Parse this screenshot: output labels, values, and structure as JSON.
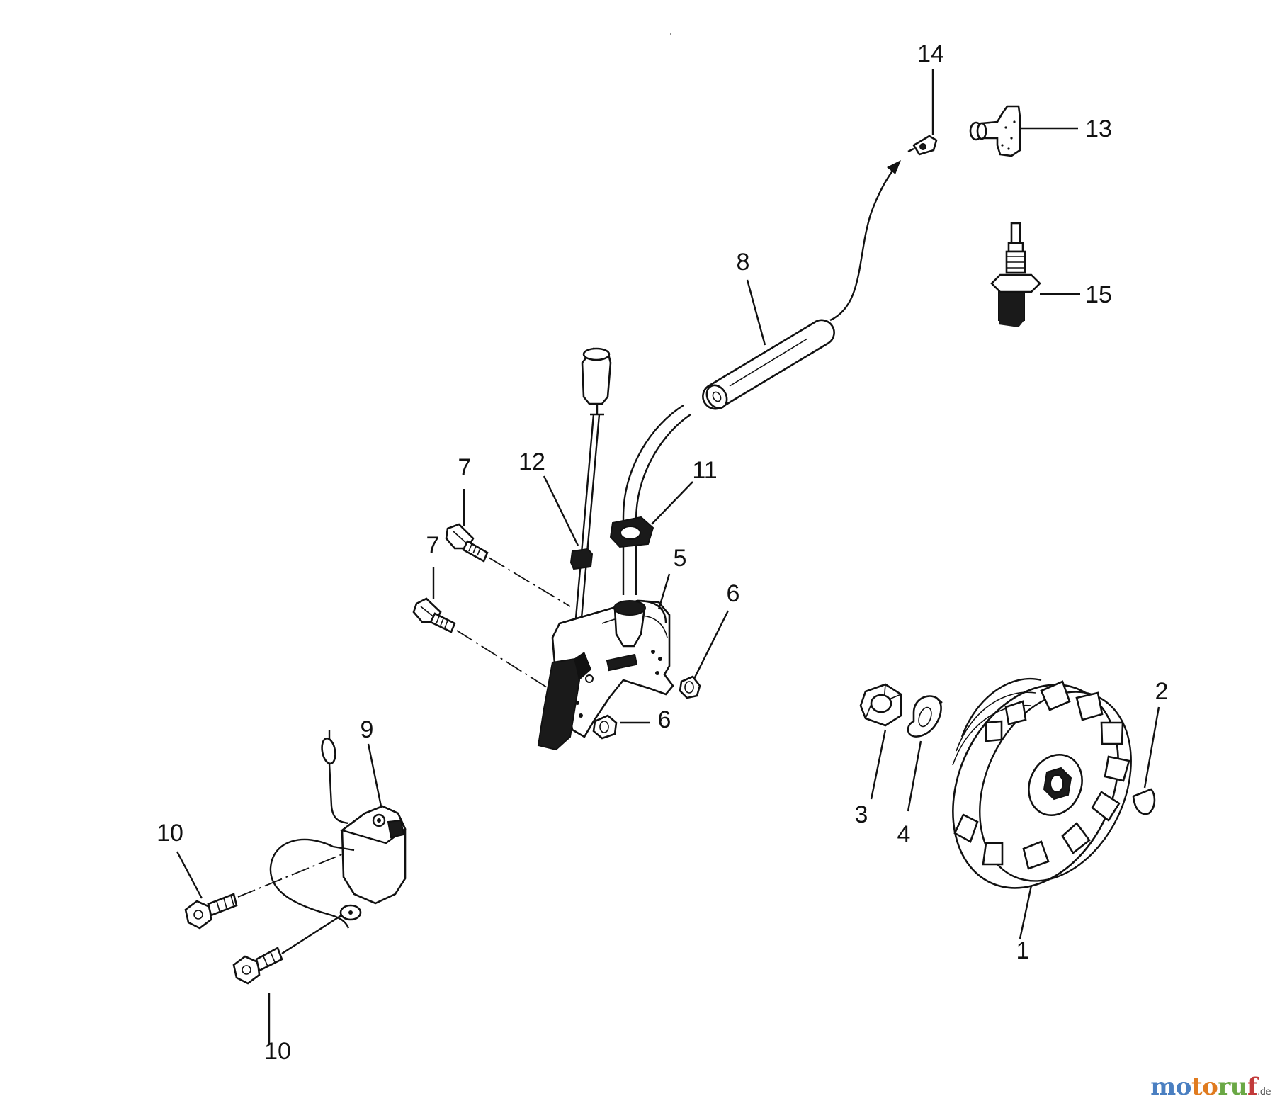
{
  "diagram": {
    "callouts": {
      "p1": "1",
      "p2": "2",
      "p3": "3",
      "p4": "4",
      "p5": "5",
      "p6a": "6",
      "p6b": "6",
      "p7a": "7",
      "p7b": "7",
      "p8": "8",
      "p9": "9",
      "p10a": "10",
      "p10b": "10",
      "p11": "11",
      "p12": "12",
      "p13": "13",
      "p14": "14",
      "p15": "15"
    }
  },
  "watermark": {
    "brand_parts": [
      "mo",
      "to",
      "ru",
      "f"
    ],
    "tld": ".de"
  }
}
